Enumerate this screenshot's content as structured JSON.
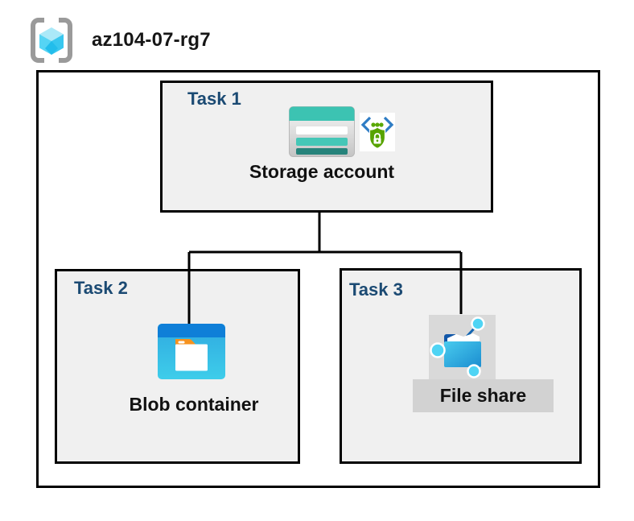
{
  "header": {
    "resource_group_name": "az104-07-rg7",
    "icon": "resource-group-icon"
  },
  "diagram": {
    "tasks": [
      {
        "label": "Task 1",
        "item": "Storage account",
        "icons": [
          "storage-account-icon",
          "shared-access-signature-icon"
        ]
      },
      {
        "label": "Task 2",
        "item": "Blob container",
        "icons": [
          "blob-container-icon"
        ]
      },
      {
        "label": "Task 3",
        "item": "File share",
        "icons": [
          "file-share-icon"
        ]
      }
    ],
    "connections": [
      {
        "from": "Storage account",
        "to": "Blob container"
      },
      {
        "from": "Storage account",
        "to": "File share"
      }
    ]
  },
  "colors": {
    "task_label_blue": "#1b4a73",
    "box_fill": "#f0f0f0",
    "box_border": "#000000",
    "connector": "#000000",
    "storage_teal": "#3cc3b2",
    "storage_teal_mid": "#45c7b7",
    "storage_teal_dark": "#26837b",
    "blob_band_blue": "#0f7fd8",
    "blob_body_cyan": "#3ecdea",
    "folder_tab_orange": "#f6921e",
    "fileshare_folder_blue": "#1b8dd0",
    "node_cyan": "#4fd4f4",
    "sas_shield_green": "#57a300",
    "sas_chevron_blue": "#2e7cc4",
    "icon_highlight_gray": "#d9d9d9",
    "label_highlight_gray": "#d2d2d2",
    "bracket_gray": "#9a9a9a",
    "cube_cyan_light": "#abe9f8",
    "cube_cyan": "#55d4f4",
    "cube_cyan_dark": "#22bdeb"
  }
}
